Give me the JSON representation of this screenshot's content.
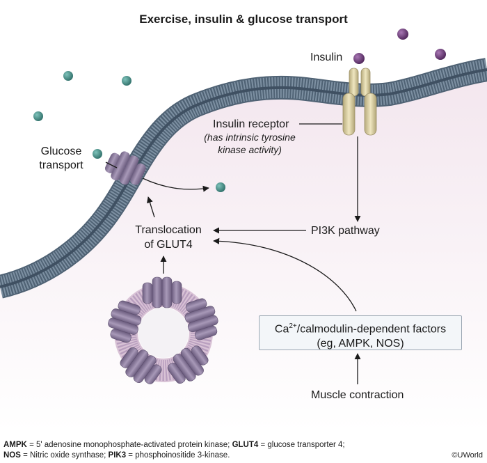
{
  "title": "Exercise, insulin & glucose transport",
  "labels": {
    "insulin": "Insulin",
    "insulin_receptor": "Insulin receptor",
    "receptor_note_1": "(has intrinsic tyrosine",
    "receptor_note_2": "kinase activity)",
    "glucose_transport_1": "Glucose",
    "glucose_transport_2": "transport",
    "translocation_1": "Translocation",
    "translocation_2": "of GLUT4",
    "pi3k": "PI3K pathway",
    "ca_box_prefix": "Ca",
    "ca_box_sup": "2+",
    "ca_box_rest": "/calmodulin-dependent factors",
    "ca_box_line2": "(eg, AMPK, NOS)",
    "muscle_contraction": "Muscle contraction"
  },
  "footer": {
    "line1": [
      {
        "abbr": "AMPK",
        "def": " = 5' adenosine monophosphate-activated protein kinase; "
      },
      {
        "abbr": "GLUT4",
        "def": " = glucose transporter 4;"
      }
    ],
    "line2": [
      {
        "abbr": "NOS",
        "def": " = Nitric oxide synthase; "
      },
      {
        "abbr": "PIK3",
        "def": " = phosphoinositide 3-kinase."
      }
    ]
  },
  "credit": "©UWorld",
  "colors": {
    "membrane": "#6f8294",
    "membrane_dark": "#4a5b6c",
    "cytoplasm": "#f1e4ec",
    "glucose": "#3f8f87",
    "insulin": "#6b3877",
    "receptor": "#d8cc9b",
    "glut4": "#8d7d9e",
    "vesicle": "#c9b3cc"
  }
}
